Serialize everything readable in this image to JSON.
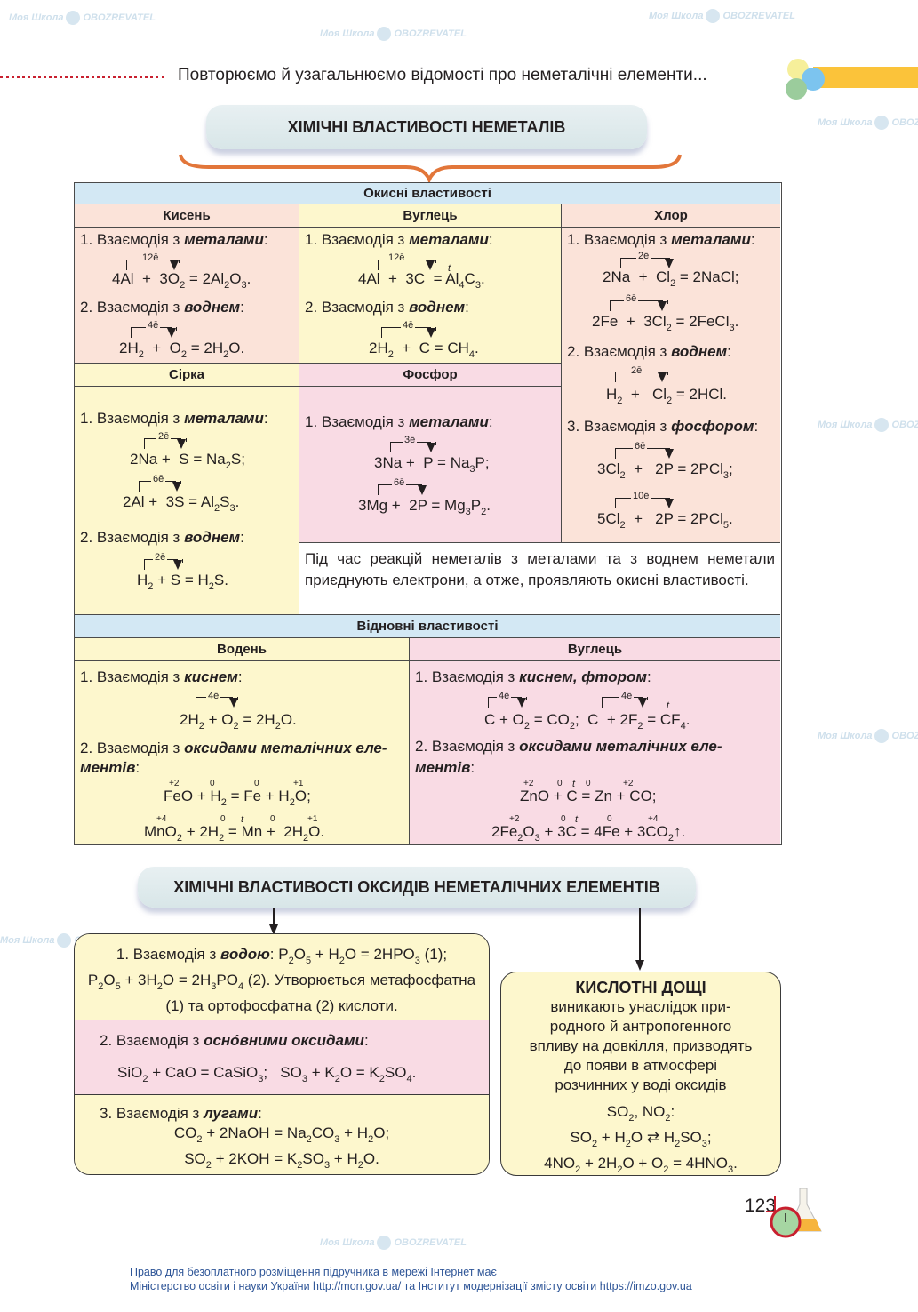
{
  "runner": {
    "title": "Повторюємо й узагальнюємо відомості про неметалічні елементи..."
  },
  "section1": {
    "title": "ХІМІЧНІ ВЛАСТИВОСТІ НЕМЕТАЛІВ"
  },
  "table": {
    "oxidizing_header": "Окисні властивості",
    "reducing_header": "Відновні властивості",
    "oxygen": {
      "title": "Кисень",
      "item1_prefix": "1. Взаємодія з ",
      "item1_bold": "металами",
      "electrons1": "12ē",
      "item2_prefix": "2. Взаємодія з ",
      "item2_bold": "воднем",
      "electrons2": "4ē"
    },
    "carbon_ox": {
      "title": "Вуглець",
      "item1_prefix": "1. Взаємодія з ",
      "item1_bold": "металами",
      "electrons1": "12ē",
      "item2_prefix": "2. Взаємодія з ",
      "item2_bold": "воднем",
      "electrons2": "4ē"
    },
    "chlorine": {
      "title": "Хлор",
      "item1_prefix": "1. Взаємодія з ",
      "item1_bold": "металами",
      "electrons1a": "2ē",
      "electrons1b": "6ē",
      "item2_prefix": "2. Взаємодія з ",
      "item2_bold": "воднем",
      "electrons2": "2ē",
      "item3_prefix": "3. Взаємодія з ",
      "item3_bold": "фосфором",
      "electrons3a": "6ē",
      "electrons3b": "10ē"
    },
    "sulfur": {
      "title": "Сірка",
      "item1_prefix": "1. Взаємодія з ",
      "item1_bold": "металами",
      "electrons1a": "2ē",
      "electrons1b": "6ē",
      "item2_prefix": "2. Взаємодія з ",
      "item2_bold": "воднем",
      "electrons2": "2ē"
    },
    "phosphorus": {
      "title": "Фосфор",
      "item1_prefix": "1. Взаємодія з ",
      "item1_bold": "металами",
      "electrons1a": "3ē",
      "electrons1b": "6ē"
    },
    "note": "Під час реакцій неметалів з металами та з воднем неметали приєднують електрони, а отже, проявляють окисні властивості.",
    "hydrogen": {
      "title": "Водень",
      "item1_prefix": "1. Взаємодія з ",
      "item1_bold": "киснем",
      "electrons1": "4ē",
      "item2_prefix": "2. Взаємодія з ",
      "item2_bold": "оксидами металічних еле-",
      "item2_bold2": "ментів"
    },
    "carbon_red": {
      "title": "Вуглець",
      "item1_prefix": "1. Взаємодія з ",
      "item1_bold": "киснем, фтором",
      "electrons1a": "4ē",
      "electrons1b": "4ē",
      "item2_prefix": "2. Взаємодія з ",
      "item2_bold": "оксидами металічних еле-",
      "item2_bold2": "ментів"
    }
  },
  "section2": {
    "title": "ХІМІЧНІ ВЛАСТИВОСТІ ОКСИДІВ НЕМЕТАЛІЧНИХ ЕЛЕМЕНТІВ"
  },
  "oxides_box": {
    "item1_prefix": "1. Взаємодія з ",
    "item1_bold": "водою",
    "item1_tail": "Утворюється метафосфатна (1) та ортофосфатна (2) кислоти.",
    "item2_prefix": "2. Взаємодія з ",
    "item2_bold": "оснóвними оксидами",
    "item3_prefix": "3. Взаємодія з ",
    "item3_bold": "лугами"
  },
  "acid_rain": {
    "title": "КИСЛОТНІ ДОЩІ",
    "lines": [
      "виникають унаслідок при-",
      "родного й  антропогенного",
      "впливу на довкілля, призводять",
      "до появи в атмосфері",
      "розчинних у воді оксидів"
    ]
  },
  "page": {
    "number": "123"
  },
  "footer": {
    "line1": "Право для безоплатного розміщення підручника в мережі Інтернет має",
    "line2": "Міністерство освіти і науки України http://mon.gov.ua/ та Інститут модернізації змісту освіти https://imzo.gov.ua"
  },
  "watermark": {
    "text1": "Моя Школа",
    "text2": "OBOZREVATEL"
  },
  "colors": {
    "blue_header": "#d3e8f4",
    "peach": "#fbe3d9",
    "yellow": "#fdf7cd",
    "pink": "#f9dbe4",
    "orange_brace": "#e2763a",
    "runner_bar": "#fbc33a",
    "dotted_line": "#c8202f",
    "footer_text": "#2e5597"
  }
}
